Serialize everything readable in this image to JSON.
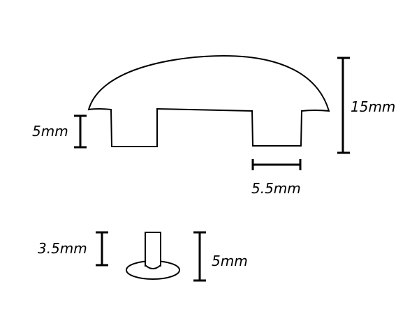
{
  "diagram": {
    "labels": {
      "top_height": "15mm",
      "top_leg": "5mm",
      "top_slot": "5.5mm",
      "pin_stem": "3.5mm",
      "pin_total": "5mm"
    },
    "colors": {
      "stroke": "#000000",
      "background": "#ffffff"
    }
  }
}
